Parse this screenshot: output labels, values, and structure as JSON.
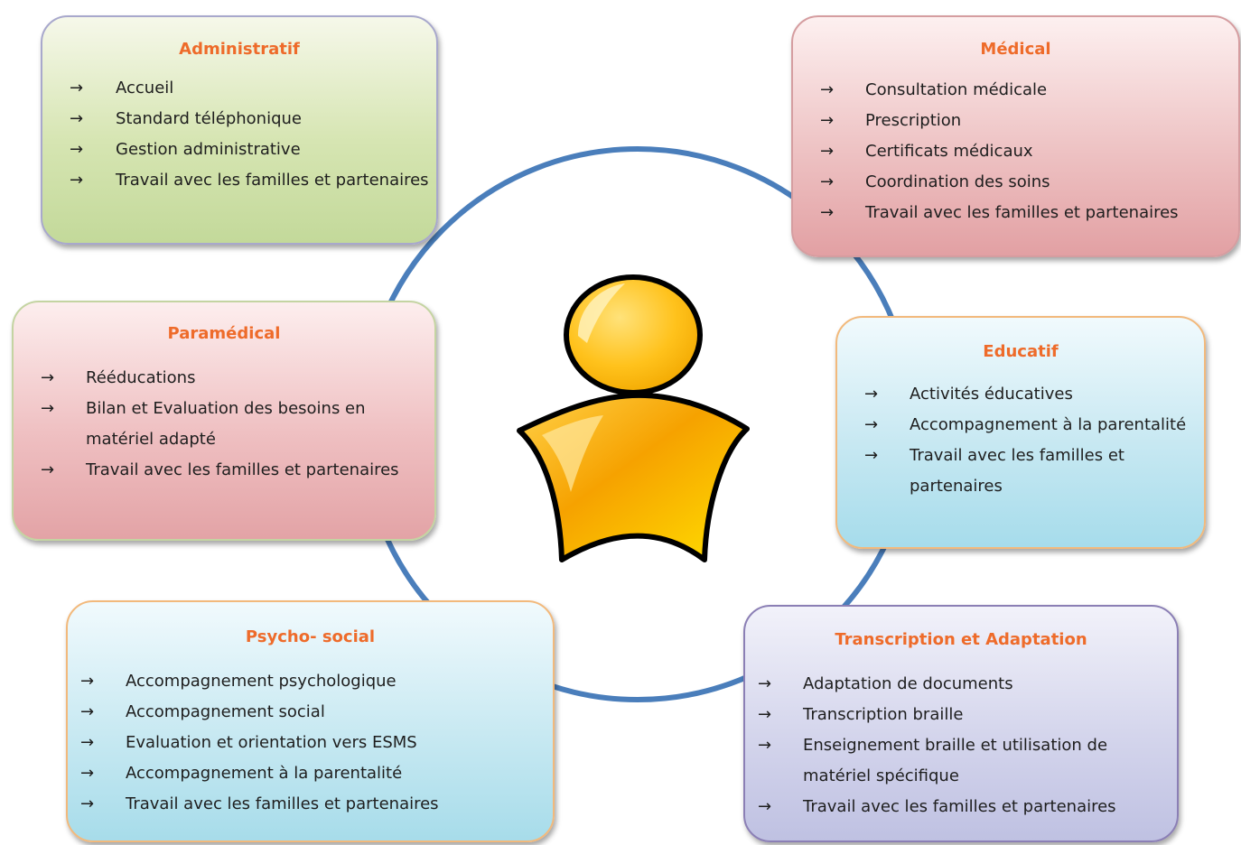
{
  "colors": {
    "ring": "#4a7ebb",
    "title": "#ee6b2a",
    "person_fill_light": "#ffd24a",
    "person_fill_dark": "#f5a000",
    "person_outline": "#000000"
  },
  "icons": {
    "center": "person-icon",
    "bullet": "arrow-right-icon",
    "arrow_glyph": "→"
  },
  "boxes": {
    "administratif": {
      "title": "Administratif",
      "items": [
        "Accueil",
        "Standard téléphonique",
        "Gestion administrative",
        "Travail avec les familles et partenaires"
      ]
    },
    "medical": {
      "title": "Médical",
      "items": [
        "Consultation médicale",
        "Prescription",
        "Certificats médicaux",
        "Coordination des soins",
        "Travail avec les familles et partenaires"
      ]
    },
    "paramedical": {
      "title": "Paramédical",
      "items": [
        "Rééducations",
        "Bilan et Evaluation des besoins en matériel adapté",
        "Travail avec les familles et partenaires"
      ]
    },
    "educatif": {
      "title": "Educatif",
      "items": [
        "Activités éducatives",
        "Accompagnement à la parentalité",
        "Travail avec les familles et partenaires"
      ]
    },
    "psycho_social": {
      "title": "Psycho- social",
      "items": [
        "Accompagnement psychologique",
        "Accompagnement social",
        "Evaluation et orientation vers ESMS",
        "Accompagnement à la parentalité",
        "Travail avec les familles et partenaires"
      ]
    },
    "transcription": {
      "title": "Transcription et Adaptation",
      "items": [
        "Adaptation de documents",
        "Transcription braille",
        "Enseignement braille et utilisation de matériel spécifique",
        "Travail avec les familles et partenaires"
      ]
    }
  }
}
